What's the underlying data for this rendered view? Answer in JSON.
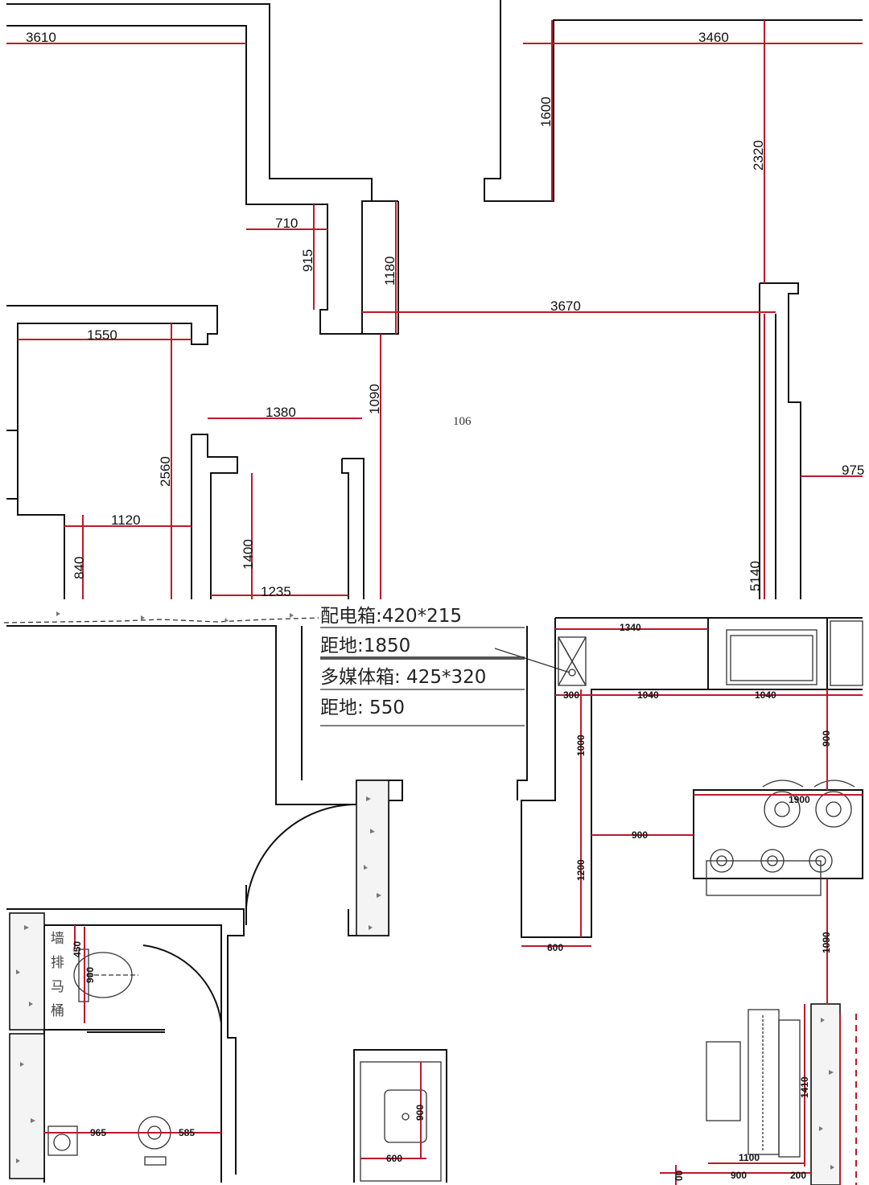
{
  "top_plan": {
    "room_label": "106",
    "dimensions": [
      "3610",
      "3460",
      "1600",
      "2320",
      "710",
      "915",
      "1180",
      "3670",
      "1550",
      "1380",
      "1090",
      "2560",
      "1120",
      "1400",
      "1235",
      "840",
      "5140",
      "975"
    ]
  },
  "notes": {
    "line1": "配电箱:420*215",
    "line2": "距地:1850",
    "line3": "多媒体箱: 425*320",
    "line4": "距地: 550"
  },
  "kitchen_dims": [
    "1340",
    "300",
    "1040",
    "1040",
    "900",
    "1000",
    "1900",
    "900",
    "1200",
    "600",
    "1090",
    "1410",
    "1100",
    "900",
    "200",
    "00"
  ],
  "bath_dims": [
    "450",
    "900",
    "965",
    "585",
    "900",
    "600"
  ],
  "wall_hatch_chars": [
    "墙",
    "排",
    "马",
    "桶"
  ]
}
